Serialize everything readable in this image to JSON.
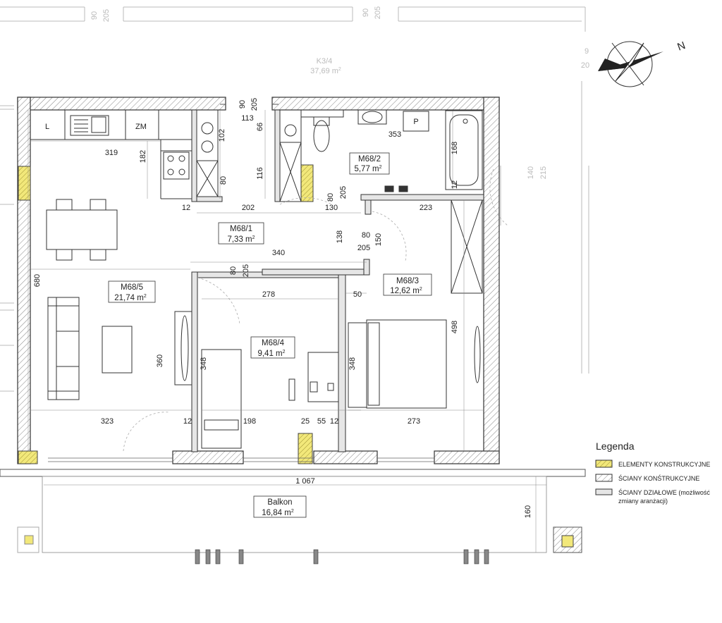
{
  "neighbor": {
    "id": "K3/4",
    "area": "37,69 m",
    "sup": "2"
  },
  "compass": {
    "label": "N"
  },
  "rooms": {
    "r1": {
      "id": "M68/1",
      "area": "7,33 m",
      "sup": "2"
    },
    "r2": {
      "id": "M68/2",
      "area": "5,77 m",
      "sup": "2"
    },
    "r3": {
      "id": "M68/3",
      "area": "12,62 m",
      "sup": "2"
    },
    "r4": {
      "id": "M68/4",
      "area": "9,41 m",
      "sup": "2"
    },
    "r5": {
      "id": "M68/5",
      "area": "21,74 m",
      "sup": "2"
    },
    "balcony": {
      "id": "Balkon",
      "area": "16,84 m",
      "sup": "2"
    }
  },
  "fixtures": {
    "l": "L",
    "zm": "ZM",
    "p": "P"
  },
  "dims": {
    "d90a": "90",
    "d205a": "205",
    "d90b": "90",
    "d205b": "205",
    "d90c": "90",
    "d205c": "205",
    "d113": "113",
    "d66": "66",
    "d102": "102",
    "d353": "353",
    "d319": "319",
    "d182": "182",
    "d168": "168",
    "d116": "116",
    "d80a": "80",
    "d12a": "12",
    "d140": "140",
    "d215": "215",
    "d12b": "12",
    "d202": "202",
    "d80b": "80",
    "d205d": "205",
    "d130": "130",
    "d223": "223",
    "d138": "138",
    "d80c": "80",
    "d150": "150",
    "d205e": "205",
    "d340": "340",
    "d80d": "80",
    "d205f": "205",
    "d680": "680",
    "d278": "278",
    "d50": "50",
    "d498": "498",
    "d360": "360",
    "d348a": "348",
    "d348b": "348",
    "d323": "323",
    "d12c": "12",
    "d198": "198",
    "d25": "25",
    "d55": "55",
    "d12d": "12",
    "d273": "273",
    "d1067": "1 067",
    "d160": "160",
    "d20": "20",
    "d9": "9"
  },
  "legend": {
    "title": "Legenda",
    "items": [
      {
        "label": "ELEMENTY KONSTRUKCYJNE"
      },
      {
        "label": "ŚCIANY KONŚTRUKCYJNE"
      },
      {
        "label": "ŚCIANY DZIAŁOWE (możliwość"
      },
      {
        "label": "zmiany aranżacji)"
      }
    ]
  },
  "colors": {
    "concrete": "#f2e87a",
    "wall": "#333333"
  }
}
